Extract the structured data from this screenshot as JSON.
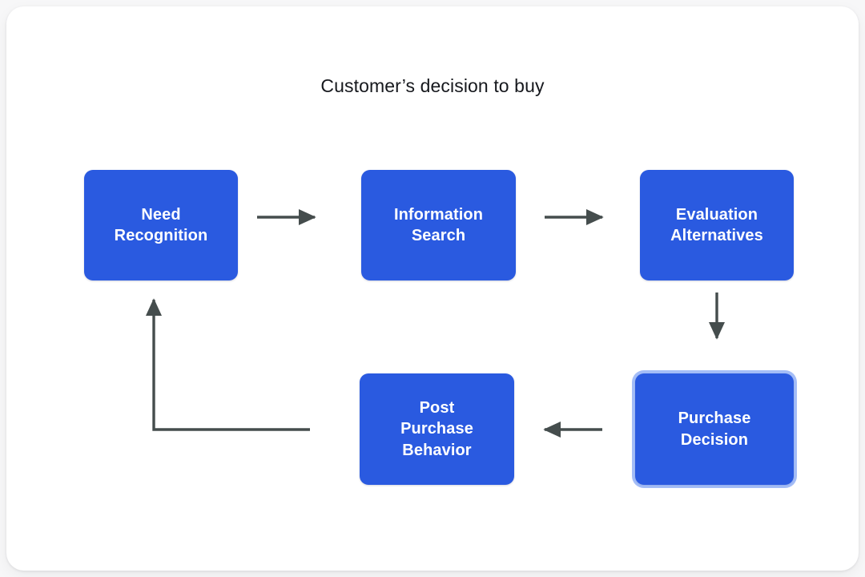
{
  "diagram": {
    "title": "Customer’s decision to buy",
    "type": "flowchart",
    "accent_color": "#2a5ae0",
    "connector_color": "#454d4d",
    "card_background": "#ffffff",
    "page_background": "#f7f7f8",
    "nodes": [
      {
        "id": "need",
        "label": "Need\nRecognition",
        "order": 1
      },
      {
        "id": "info",
        "label": "Information\nSearch",
        "order": 2
      },
      {
        "id": "eval",
        "label": "Evaluation\nAlternatives",
        "order": 3
      },
      {
        "id": "purchase",
        "label": "Purchase\nDecision",
        "order": 4,
        "state": "selected"
      },
      {
        "id": "post",
        "label": "Post\nPurchase\nBehavior",
        "order": 5
      }
    ],
    "connectors": [
      {
        "from": "need",
        "to": "info",
        "direction": "right"
      },
      {
        "from": "info",
        "to": "eval",
        "direction": "right"
      },
      {
        "from": "eval",
        "to": "purchase",
        "direction": "down"
      },
      {
        "from": "purchase",
        "to": "post",
        "direction": "left"
      },
      {
        "from": "post",
        "to": "need",
        "direction": "elbow-up"
      }
    ]
  }
}
